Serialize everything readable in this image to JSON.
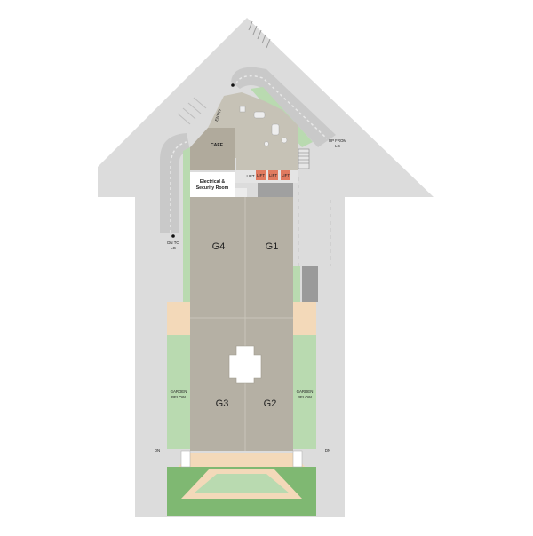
{
  "labels": {
    "entry": "ENTRY",
    "cafe": "CAFE",
    "electrical_line1": "Electrical &",
    "electrical_line2": "Security Room",
    "lift_main": "LIFT",
    "lift_a": "LIFT",
    "lift_b": "LIFT",
    "lift_c": "LIFT",
    "up_from_lg_line1": "UP FROM",
    "up_from_lg_line2": "LG",
    "dn_to_lg_line1": "DN TO",
    "dn_to_lg_line2": "LG",
    "garden_left_line1": "GARDEN",
    "garden_left_line2": "BELOW",
    "garden_right_line1": "GARDEN",
    "garden_right_line2": "BELOW",
    "dn_left": "DN",
    "dn_right": "DN"
  },
  "units": {
    "g4": "G4",
    "g1": "G1",
    "g3": "G3",
    "g2": "G2"
  },
  "colors": {
    "site": "#dcdcdc",
    "road": "#c9c9c9",
    "unit": "#b5b0a4",
    "garden": "#b9dab0",
    "garden_dark": "#7fb872",
    "peach": "#f3d9b9",
    "lift": "#e07a5f"
  }
}
